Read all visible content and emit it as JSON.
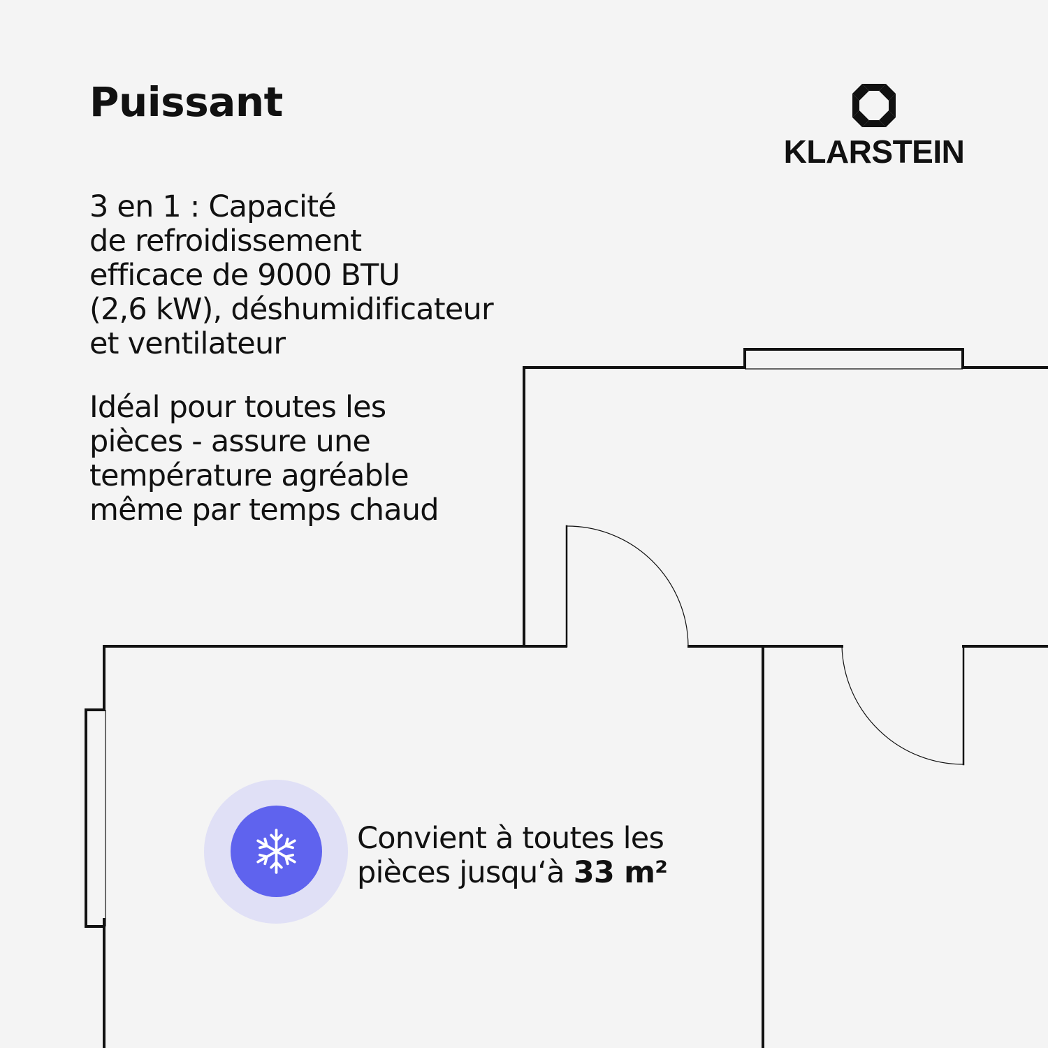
{
  "title": "Puissant",
  "brand": {
    "name": "KLARSTEIN"
  },
  "description": {
    "feature_lines": [
      "3 en 1 : Capacité",
      "de refroidissement",
      "efficace de 9000 BTU",
      "(2,6 kW), déshumidificateur",
      "et ventilateur"
    ],
    "benefit_lines": [
      "Idéal pour toutes les",
      "pièces - assure une",
      "température agréable",
      "même par temps chaud"
    ]
  },
  "room_coverage": {
    "icon": "snowflake-icon",
    "line1": "Convient à toutes les",
    "line2_prefix": "pièces jusqu‘à ",
    "line2_value": "33 m²"
  },
  "colors": {
    "background": "#f4f4f4",
    "text": "#111111",
    "accent": "#5f63ee",
    "accent_halo": "#e0e0f6"
  }
}
